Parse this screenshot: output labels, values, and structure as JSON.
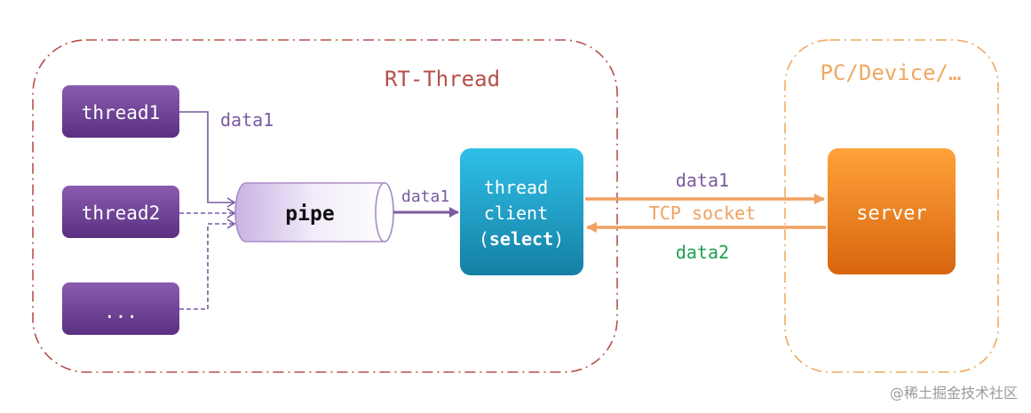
{
  "regions": {
    "rtthread_label": "RT-Thread",
    "pc_label": "PC/Device/…"
  },
  "nodes": {
    "thread1": "thread1",
    "thread2": "thread2",
    "thread_more": "...",
    "pipe": "pipe",
    "client_line1": "thread",
    "client_line2": "client",
    "client_line3_open": "(",
    "client_line3_bold": "select",
    "client_line3_close": ")",
    "server": "server"
  },
  "edges": {
    "thread1_to_pipe": "data1",
    "pipe_to_client": "data1",
    "client_to_server": "data1",
    "link": "TCP socket",
    "server_to_client": "data2"
  },
  "watermark": "@稀土掘金技术社区",
  "colors": {
    "rtthread_border": "#b5504c",
    "pc_border": "#f0a860",
    "thread_box": "#6a3a8e",
    "arrow_purple": "#7a5aa0",
    "client_box": "#1aa3cf",
    "server_box": "#f07a1a",
    "arrow_orange": "#f0a060",
    "data2_green": "#20a050"
  }
}
